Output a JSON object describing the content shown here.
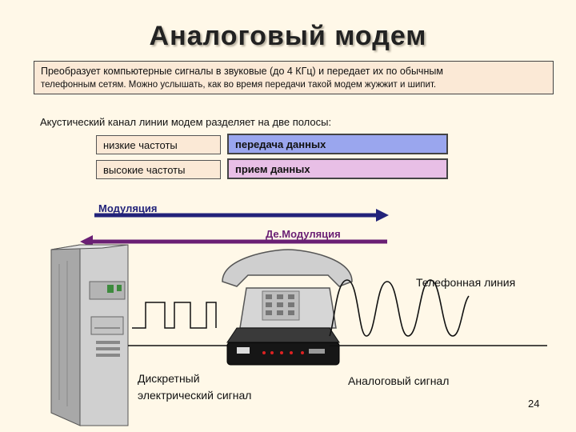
{
  "title": "Аналоговый модем",
  "description": {
    "line1": "Преобразует компьютерные сигналы в звуковые (до 4 КГц) и передает их по обычным",
    "line2": "телефонным сетям. Можно услышать, как во время передачи такой модем жужжит и шипит."
  },
  "intro": "Акустический канал линии  модем разделяет  на две полосы:",
  "bands": [
    {
      "label": "низкие частоты",
      "value": "передача данных",
      "color": "#9aa6ee"
    },
    {
      "label": "высокие частоты",
      "value": "прием данных",
      "color": "#e8bfe6"
    }
  ],
  "arrows": {
    "modulation": "Модуляция",
    "demodulation": "Де.Модуляция",
    "modulation_color": "#22237a",
    "demodulation_color": "#6a1f74"
  },
  "labels": {
    "phone_line": "Телефонная линия",
    "discrete_line1": "Дискретный",
    "discrete_line2": "электрический сигнал",
    "analog": "Аналоговый сигнал"
  },
  "page_number": "24",
  "icons": [
    "computer-icon",
    "telephone-icon",
    "modem-icon"
  ]
}
